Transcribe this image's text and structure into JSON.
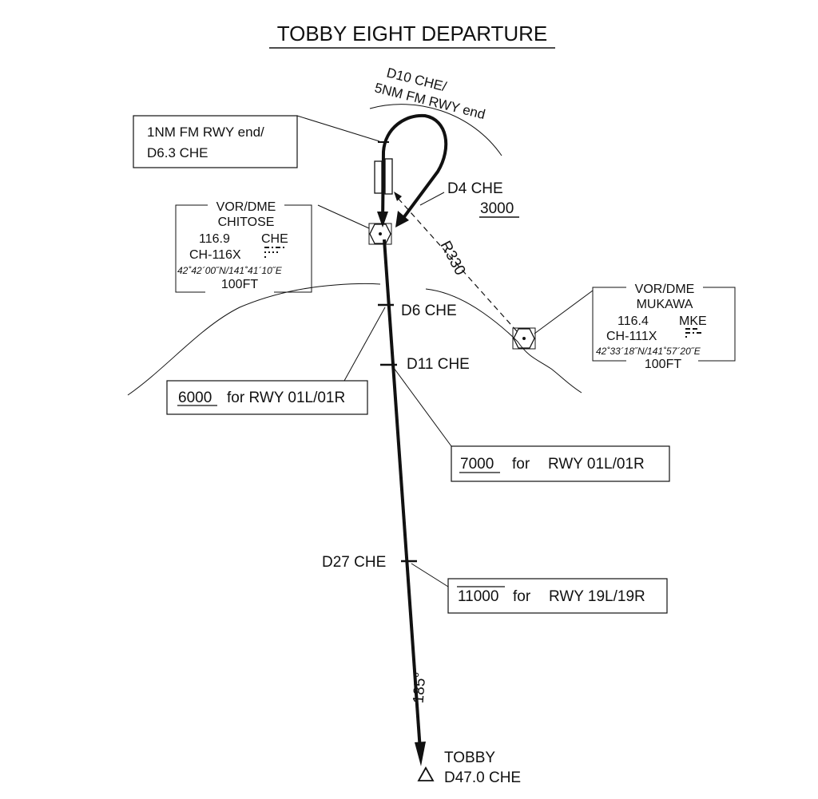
{
  "title": "TOBBY EIGHT DEPARTURE",
  "arc_label": {
    "line1": "D10 CHE/",
    "line2": "5NM FM RWY end"
  },
  "callout_rwy_end": {
    "line1": "1NM FM RWY end/",
    "line2": "D6.3 CHE"
  },
  "d4": {
    "label": "D4 CHE",
    "altitude": "3000"
  },
  "radial_label": "R330",
  "vor_chitose": {
    "type": "VOR/DME",
    "name": "CHITOSE",
    "freq": "116.9",
    "ident": "CHE",
    "channel": "CH-116X",
    "coords": "42˚42´00˝N/141˚41´10˝E",
    "elev": "100FT"
  },
  "vor_mukawa": {
    "type": "VOR/DME",
    "name": "MUKAWA",
    "freq": "116.4",
    "ident": "MKE",
    "channel": "CH-111X",
    "coords": "42˚33´18˝N/141˚57´20˝E",
    "elev": "100FT"
  },
  "fixes": {
    "d6": "D6 CHE",
    "d11": "D11 CHE",
    "d27": "D27 CHE"
  },
  "restrictions": {
    "r6000": {
      "alt": "6000",
      "text": "for RWY 01L/01R"
    },
    "r7000": {
      "alt": "7000",
      "text": "for",
      "rwy": "RWY 01L/01R"
    },
    "r11000": {
      "alt": "11000",
      "text": "for",
      "rwy": "RWY 19L/19R"
    }
  },
  "course_label": "185°",
  "tobby": {
    "name": "TOBBY",
    "dist": "D47.0 CHE"
  },
  "colors": {
    "ink": "#111111",
    "background": "#ffffff"
  }
}
